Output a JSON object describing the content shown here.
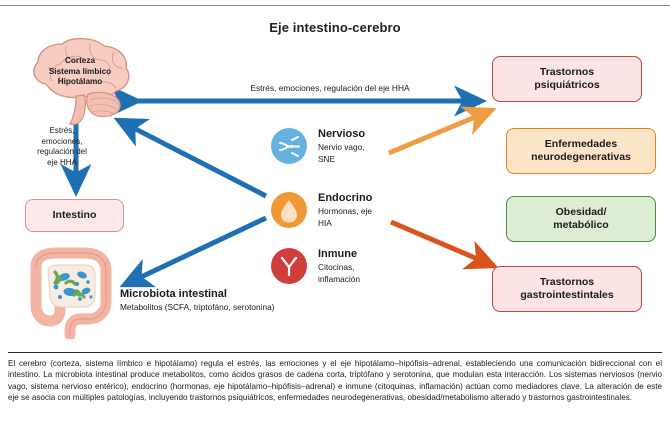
{
  "figure": {
    "title": "Eje intestino-cerebro",
    "top_clipped_text": "",
    "brain": {
      "name": "brain-illustration",
      "lines": [
        "Corteza",
        "Sistema límbico",
        "Hipotálamo"
      ]
    },
    "left_note": "Estrés,\nemociones,\nregulación del\neje HHA",
    "top_arrow_label": "Estrés, emociones, regulación del eje HHA",
    "intestine_box": "Intestino",
    "microbiota": {
      "title": "Microbiota intestinal",
      "subtitle": "Metabolitos (SCFA, triptofáno, serotonina)"
    },
    "mediators": [
      {
        "id": "nervioso",
        "title": "Nervioso",
        "subtitle": "Nervio vago, SNE",
        "icon": "nerve-icon",
        "color": "#65b2e0"
      },
      {
        "id": "endocrino",
        "title": "Endocrino",
        "subtitle": "Hormonas, eje HIA",
        "icon": "hormone-droplet-icon",
        "color": "#ef9837"
      },
      {
        "id": "inmune",
        "title": "Inmune",
        "subtitle": "Citocinas, inflamación",
        "icon": "antibody-icon",
        "color": "#cf3e3a"
      }
    ],
    "outcomes": [
      {
        "id": "psiquiatricos",
        "label": "Trastornos\npsiquiátricos",
        "fill": "#fbe4e3",
        "stroke": "#c0453c"
      },
      {
        "id": "neurodegenerativas",
        "label": "Enfermedades\nneurodegenerativas",
        "fill": "#fde5c8",
        "stroke": "#e2821e"
      },
      {
        "id": "obesidad",
        "label": "Obesidad/\nmetabólico",
        "fill": "#dcedd3",
        "stroke": "#4f8a44"
      },
      {
        "id": "gastrointestinales",
        "label": "Trastornos\ngastrointestintales",
        "fill": "#fbe4e3",
        "stroke": "#c0453c"
      }
    ],
    "arrow_colors": {
      "blue": "#1f6fb4",
      "orange_light": "#ef9d45",
      "orange_dark": "#d9541d"
    },
    "caption": "El cerebro (corteza, sistema límbico e hipotálamo) regula el estrés, las emociones y el eje hipotálamo–hipófisis–adrenal, estableciendo una comunicación bidireccional con el intestino. La microbiota intestinal produce metabolitos, como ácidos grasos de cadena corta, triptófano y serotonina, que modulan esta interacción. Los sistemas nerviosos (nervio vago, sistema nervioso entérico), endocrino (hormonas, eje hipotálamo–hipófisis–adrenal) e inmune (citoquinas, inflamación) actúan como mediadores clave. La alteración de este eje se asocia con múltiples patologías, incluyendo trastornos psiquiátricos, enfermedades neurodegenerativas, obesidad/metabolismo alterado y trastornos gastrointestinales."
  }
}
